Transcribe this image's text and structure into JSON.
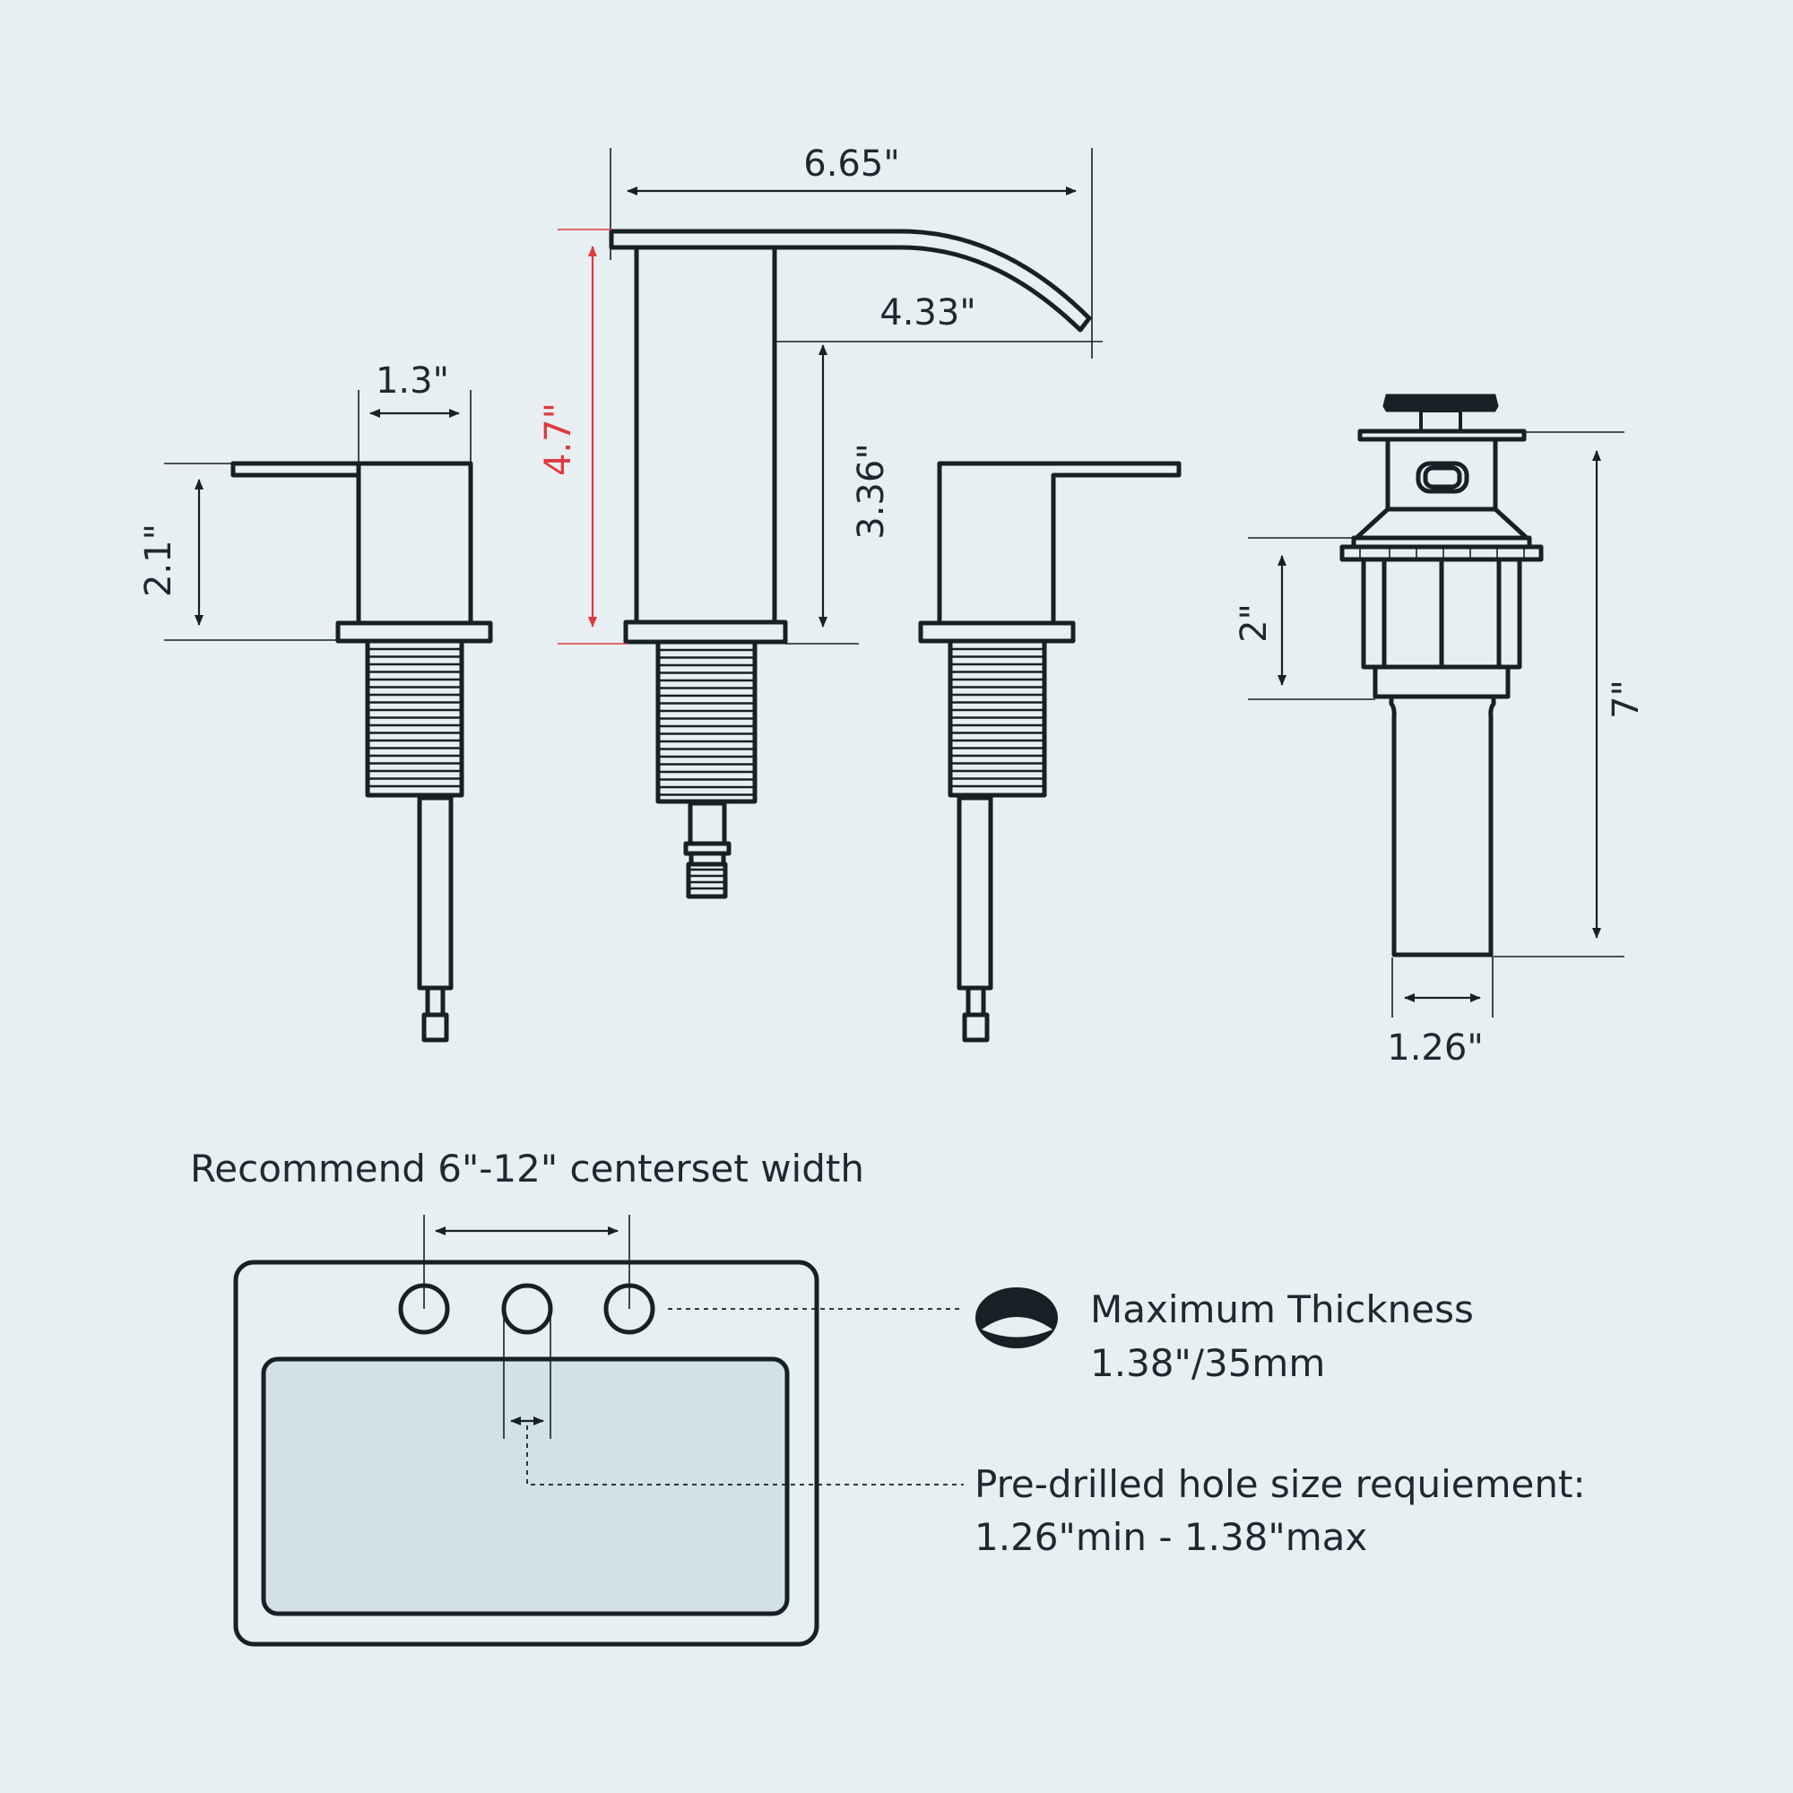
{
  "dimensions": {
    "spout_length": "6.65\"",
    "spout_reach": "4.33\"",
    "spout_total_height": "4.7\"",
    "spout_body_height": "3.36\"",
    "handle_width": "1.3\"",
    "handle_height": "2.1\"",
    "drain_total_height": "7\"",
    "drain_body_height": "2\"",
    "drain_tube_width": "1.26\""
  },
  "notes": {
    "centerset": "Recommend 6\"-12\" centerset width",
    "thickness_line1": "Maximum Thickness",
    "thickness_line2": "1.38\"/35mm",
    "hole_line1": "Pre-drilled hole size requiement:",
    "hole_line2": "1.26\"min - 1.38\"max"
  },
  "colors": {
    "background": "#e8eff3",
    "ink": "#162126",
    "highlight": "#e0393e",
    "basin": "#d3e0e7"
  }
}
